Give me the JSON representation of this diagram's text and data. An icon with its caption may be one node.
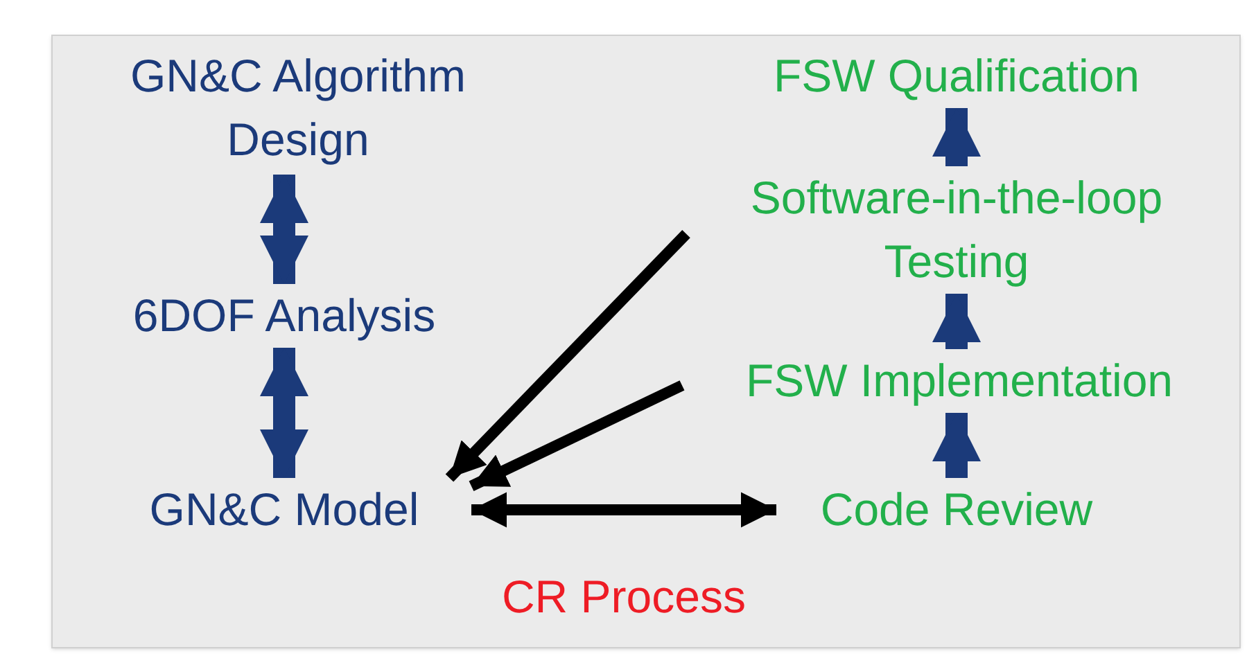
{
  "diagram": {
    "nodes": [
      {
        "text": [
          "GN&C Algorithm Design"
        ]
      },
      {
        "text": [
          "6DOF Analysis"
        ]
      },
      {
        "text": [
          "GN&C Model"
        ]
      },
      {
        "text": [
          "FSW Qualification"
        ]
      },
      {
        "text": [
          "Software-in-the-loop Testing"
        ]
      },
      {
        "text": [
          "FSW Implementation"
        ]
      },
      {
        "text": [
          "Code Review"
        ]
      }
    ],
    "edges": [
      {
        "from": 0,
        "to": 1,
        "arrow": "both"
      },
      {
        "from": 1,
        "to": 2,
        "arrow": "both"
      },
      {
        "from": 4,
        "to": 2,
        "arrow": "to",
        "color": "#000000"
      },
      {
        "from": 5,
        "to": 2,
        "arrow": "to",
        "color": "#000000"
      },
      {
        "from": 2,
        "to": 6,
        "arrow": "both",
        "color": "#000000"
      },
      {
        "from": 6,
        "to": 5,
        "arrow": "to"
      },
      {
        "from": 5,
        "to": 4,
        "arrow": "to"
      },
      {
        "from": 4,
        "to": 3,
        "arrow": "to"
      }
    ],
    "labels": [
      "CR Process"
    ]
  }
}
